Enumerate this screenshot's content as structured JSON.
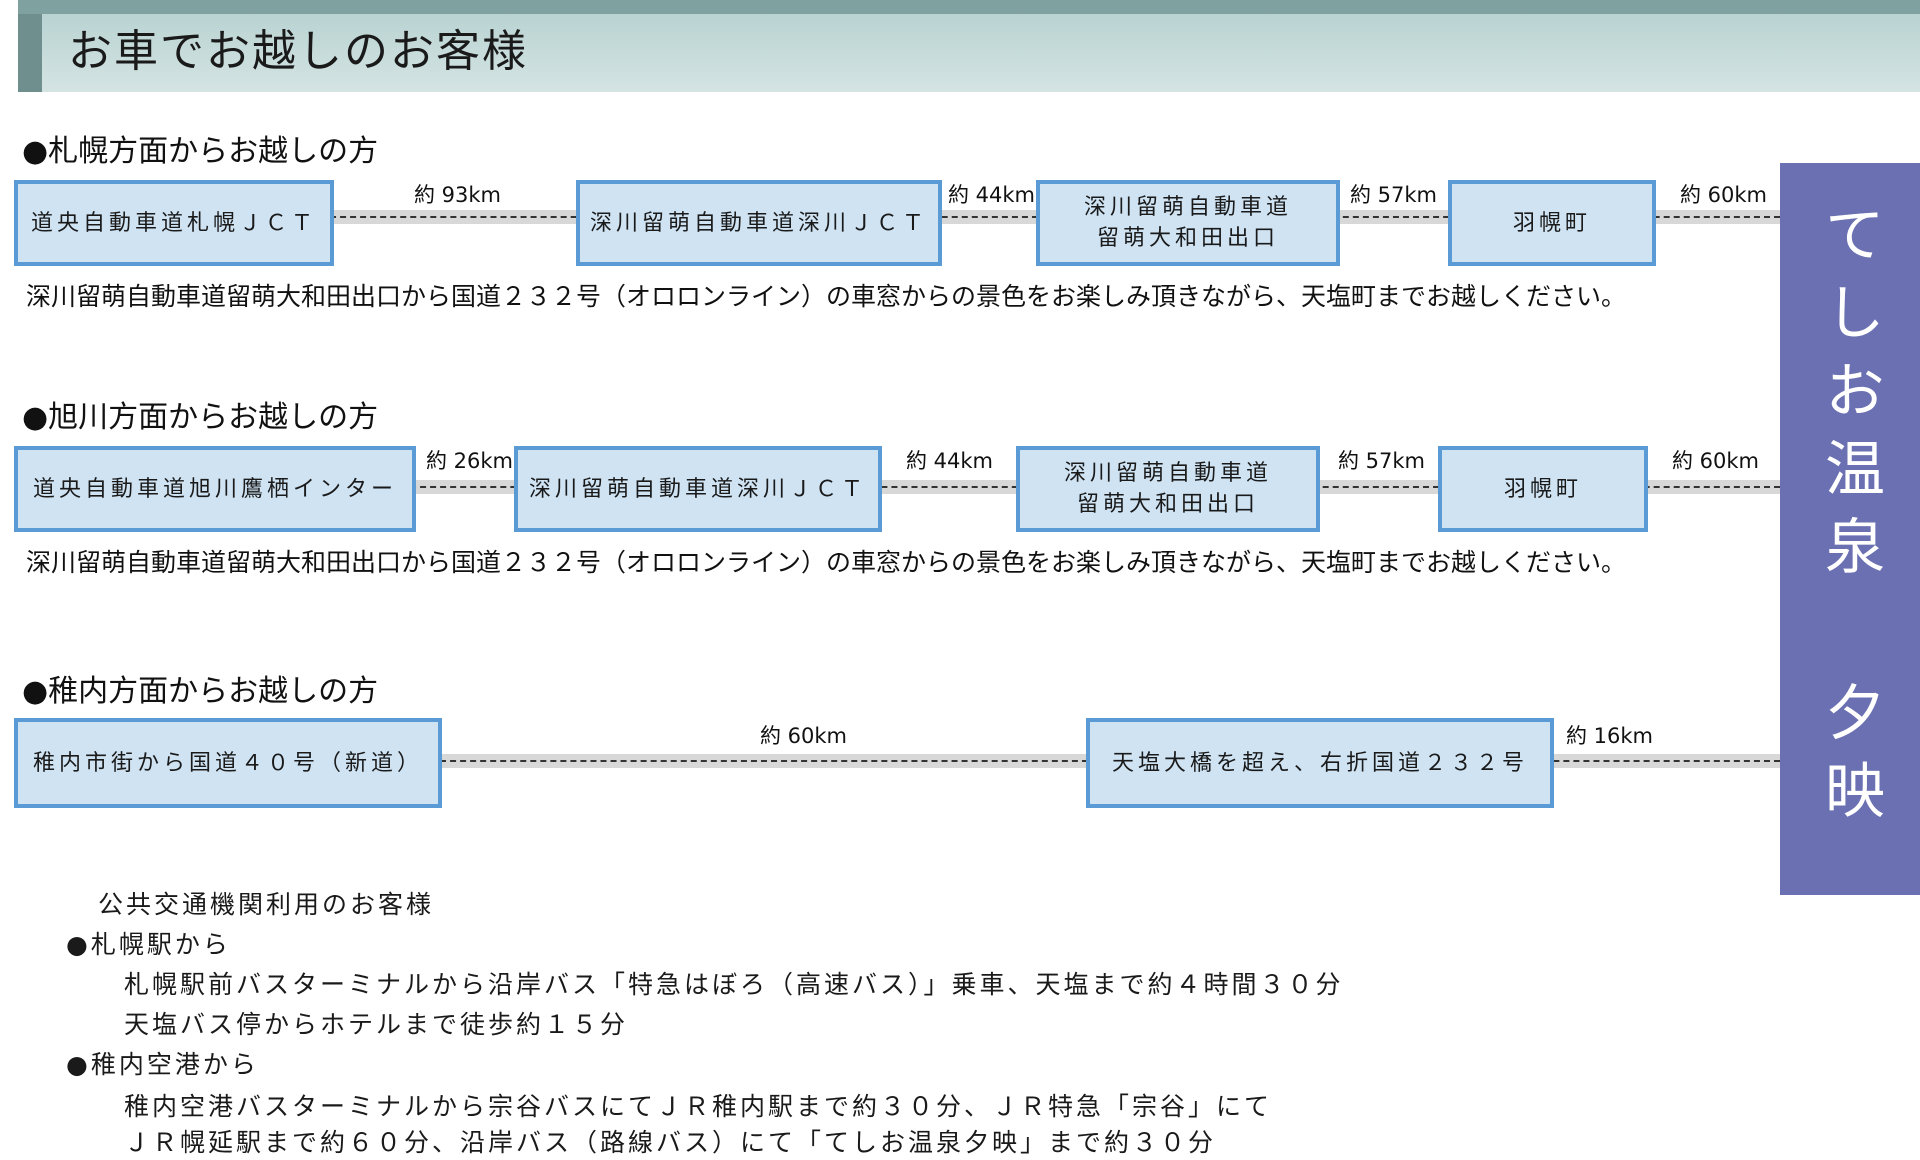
{
  "page": {
    "title": "お車でお越しのお客様"
  },
  "side_panel": {
    "text": "てしお温泉 夕映"
  },
  "routes": [
    {
      "heading": "●札幌方面からお越しの方",
      "stops": [
        "道央自動車道札幌ＪＣＴ",
        "深川留萌自動車道深川ＪＣＴ",
        "深川留萌自動車道\n留萌大和田出口",
        "羽幌町"
      ],
      "distances": [
        "約 93km",
        "約 44km",
        "約 57km",
        "約 60km"
      ],
      "note": "深川留萌自動車道留萌大和田出口から国道２３２号（オロロンライン）の車窓からの景色をお楽しみ頂きながら、天塩町までお越しください。"
    },
    {
      "heading": "●旭川方面からお越しの方",
      "stops": [
        "道央自動車道旭川鷹栖インター",
        "深川留萌自動車道深川ＪＣＴ",
        "深川留萌自動車道\n留萌大和田出口",
        "羽幌町"
      ],
      "distances": [
        "約 26km",
        "約 44km",
        "約 57km",
        "約 60km"
      ],
      "note": "深川留萌自動車道留萌大和田出口から国道２３２号（オロロンライン）の車窓からの景色をお楽しみ頂きながら、天塩町までお越しください。"
    },
    {
      "heading": "●稚内方面からお越しの方",
      "stops": [
        "稚内市街から国道４０号（新道）",
        "天塩大橋を超え、右折国道２３２号"
      ],
      "distances": [
        "約 60km",
        "約 16km"
      ]
    }
  ],
  "public_transport": {
    "heading": "公共交通機関利用のお客様",
    "sapporo": {
      "label": "●札幌駅から",
      "lines": [
        "札幌駅前バスターミナルから沿岸バス「特急はぼろ（高速バス）」乗車、天塩まで約４時間３０分",
        "天塩バス停からホテルまで徒歩約１５分"
      ]
    },
    "wakkanai": {
      "label": "●稚内空港から",
      "lines": [
        "稚内空港バスターミナルから宗谷バスにてＪＲ稚内駅まで約３０分、ＪＲ特急「宗谷」にて",
        "ＪＲ幌延駅まで約６０分、沿岸バス（路線バス）にて「てしお温泉夕映」まで約３０分"
      ]
    }
  },
  "colors": {
    "header_band": "#c6dcdb",
    "header_accent": "#6e8f8e",
    "box_fill": "#cfe3f3",
    "box_border": "#5b9bd5",
    "side_panel": "#6a70b1"
  }
}
